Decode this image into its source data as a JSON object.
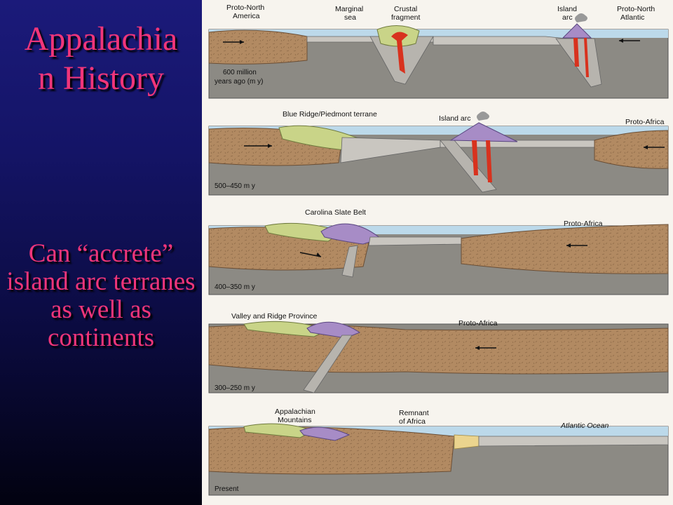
{
  "slide": {
    "title": "Appalachia\nn History",
    "body": "Can “accrete” island arc terranes as well as continents"
  },
  "panels": [
    {
      "age": "600 million",
      "age_line2": "years ago (m y)",
      "labels": {
        "proto_north_america_1": "Proto-North",
        "proto_north_america_2": "America",
        "marginal_sea_1": "Marginal",
        "marginal_sea_2": "sea",
        "crustal_fragment_1": "Crustal",
        "crustal_fragment_2": "fragment",
        "island_arc_1": "Island",
        "island_arc_2": "arc",
        "proto_north_atlantic_1": "Proto-North",
        "proto_north_atlantic_2": "Atlantic"
      }
    },
    {
      "age": "500–450 m y",
      "labels": {
        "blue_ridge": "Blue Ridge/Piedmont terrane",
        "island_arc": "Island arc",
        "proto_africa": "Proto-Africa"
      }
    },
    {
      "age": "400–350 m y",
      "labels": {
        "carolina_slate_belt": "Carolina Slate Belt",
        "proto_africa": "Proto-Africa"
      }
    },
    {
      "age": "300–250 m y",
      "labels": {
        "valley_and_ridge": "Valley and Ridge Province",
        "proto_africa": "Proto-Africa"
      }
    },
    {
      "age": "Present",
      "labels": {
        "appalachian_mountains_1": "Appalachian",
        "appalachian_mountains_2": "Mountains",
        "remnant_of_africa_1": "Remnant",
        "remnant_of_africa_2": "of Africa",
        "atlantic_ocean": "Atlantic Ocean"
      }
    }
  ],
  "colors": {
    "title_text": "#f0357a",
    "continental_crust": "#b28a62",
    "mantle": "#8c8a84",
    "ocean": "#bcd9ea",
    "sediment": "#ebd48e",
    "terrane_green": "#c9d488",
    "terrane_purple": "#a78cc6",
    "magma": "#d8321e"
  }
}
